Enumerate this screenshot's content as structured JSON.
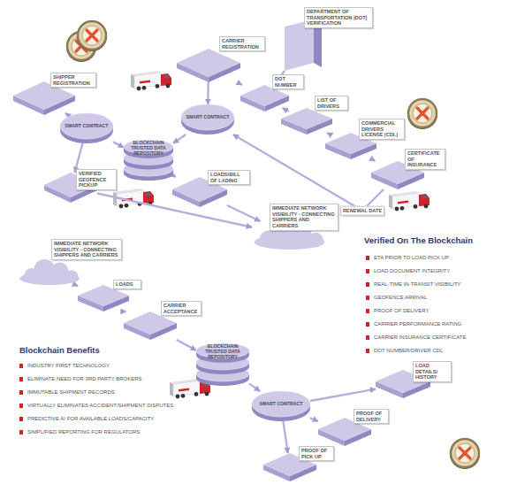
{
  "diagram": {
    "nodes": [
      {
        "text": [
          "SHIPPER REGISTRATION"
        ]
      },
      {
        "text": [
          "CARRIER REGISTRATION"
        ]
      },
      {
        "text": [
          "DEPARTMENT OF TRANSPORTATION (DOT) VERIFICATION"
        ]
      },
      {
        "text": [
          "DOT NUMBER"
        ]
      },
      {
        "text": [
          "LIST OF DRIVERS"
        ]
      },
      {
        "text": [
          "COMMERCIAL DRIVERS LICENSE (CDL)"
        ]
      },
      {
        "text": [
          "CERTIFICATE OF INSURANCE"
        ]
      },
      {
        "text": [
          "SMART CONTRACT"
        ]
      },
      {
        "text": [
          "SMART CONTRACT"
        ]
      },
      {
        "text": [
          "BLOCKCHAIN TRUSTED DATA REPOSITORY"
        ]
      },
      {
        "text": [
          "VERIFIED GEOFENCE PICKUP"
        ]
      },
      {
        "text": [
          "LOADS/BILL OF LADING"
        ]
      },
      {
        "text": [
          "IMMEDIATE NETWORK VISIBILITY - CONNECTING SHIPPERS AND CARRIERS"
        ]
      },
      {
        "text": [
          "IMMEDIATE NETWORK VISIBILITY - CONNECTING SHIPPERS AND CARRIERS"
        ]
      },
      {
        "text": [
          "LOADS"
        ]
      },
      {
        "text": [
          "CARRIER ACCEPTANCE"
        ]
      },
      {
        "text": [
          "BLOCKCHAIN TRUSTED DATA REPOSITORY"
        ]
      },
      {
        "text": [
          "SMART CONTRACT"
        ]
      },
      {
        "text": [
          "LOAD DETAILS/ HISTORY"
        ]
      },
      {
        "text": [
          "PROOF OF DELIVERY"
        ]
      },
      {
        "text": [
          "PROOF OF PICK UP"
        ]
      }
    ],
    "edges": [
      {
        "from": 0,
        "to": 7,
        "arrow": "to"
      },
      {
        "from": 1,
        "to": 3,
        "arrow": "to"
      },
      {
        "from": 2,
        "to": 3,
        "arrow": "to"
      },
      {
        "from": 3,
        "to": 4,
        "arrow": "to"
      },
      {
        "from": 4,
        "to": 5,
        "arrow": "to"
      },
      {
        "from": 5,
        "to": 6,
        "arrow": "to"
      },
      {
        "from": 1,
        "to": 8,
        "arrow": "to"
      },
      {
        "from": 6,
        "to": 8,
        "label": "RENEWAL DATE",
        "arrow": "to"
      },
      {
        "from": 7,
        "to": 9,
        "arrow": "to"
      },
      {
        "from": 8,
        "to": 9,
        "arrow": "to"
      },
      {
        "from": 7,
        "to": 10,
        "arrow": "to"
      },
      {
        "from": 10,
        "to": 12,
        "arrow": "to"
      },
      {
        "from": 9,
        "to": 11,
        "arrow": "to"
      },
      {
        "from": 11,
        "to": 12,
        "arrow": "to"
      },
      {
        "from": 13,
        "to": 14,
        "arrow": "to"
      },
      {
        "from": 14,
        "to": 15,
        "arrow": "to"
      },
      {
        "from": 15,
        "to": 16,
        "arrow": "to"
      },
      {
        "from": 16,
        "to": 17,
        "arrow": "to"
      },
      {
        "from": 17,
        "to": 18,
        "arrow": "to"
      },
      {
        "from": 17,
        "to": 19,
        "arrow": "to"
      },
      {
        "from": 17,
        "to": 20,
        "arrow": "to"
      }
    ],
    "labels": [
      "Verified On The Blockchain",
      "ETA PRIOR TO LOAD PICK UP",
      "LOAD DOCUMENT INTEGRITY",
      "REAL-TIME IN-TRANSIT VISIBILITY",
      "GEOFENCE ARRIVAL",
      "PROOF OF DELIVERY",
      "CARRIER PERFORMANCE RATING",
      "CARRIER INSURANCE CERTIFICATE",
      "DOT NUMBER/DRIVER CDL",
      "Blockchain Benefits",
      "INDUSTRY FIRST TECHNOLOGY",
      "ELIMINATE NEED FOR 3RD PARTY BROKERS",
      "IMMUTABLE SHIPMENT RECORDS",
      "VIRTUALLY ELIMINATES ACCIDENT/SHIPMENT DISPUTES",
      "PREDICTIVE AI FOR AVAILABLE LOADS/CAPACITY",
      "SIMPLIFIED REPORTING FOR REGULATORS"
    ]
  }
}
